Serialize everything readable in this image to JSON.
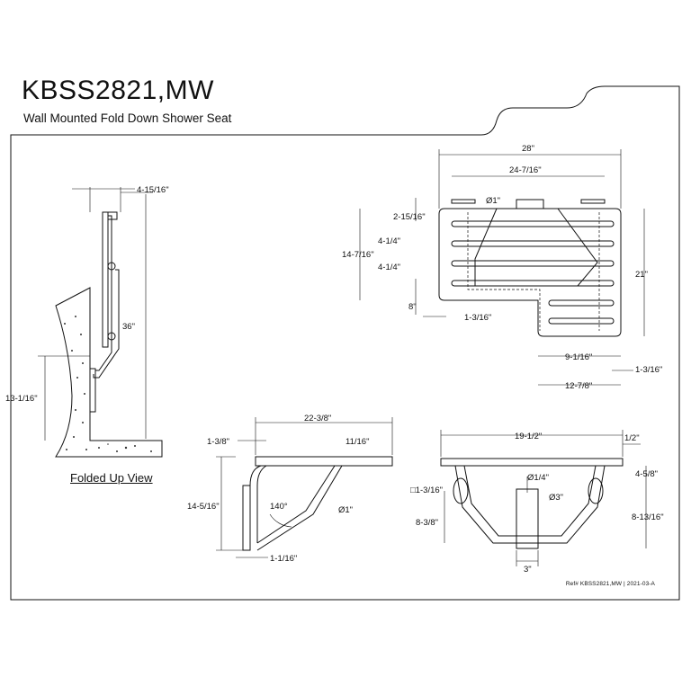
{
  "title": "KBSS2821,MW",
  "subtitle": "Wall Mounted Fold Down Shower Seat",
  "folded_label": "Folded Up View",
  "ref": "Ref# KBSS2821,MW | 2021-03-A",
  "dims": {
    "folded_top": "4-15/16\"",
    "folded_height": "36\"",
    "folded_wall": "13-1/16\"",
    "top_width": "28\"",
    "top_inner": "24-7/16\"",
    "top_tube": "Ø1\"",
    "top_edge": "2-15/16\"",
    "top_depth": "14-7/16\"",
    "slat1": "4-1/4\"",
    "slat2": "4-1/4\"",
    "top_8": "8\"",
    "top_1316": "1-3/16\"",
    "top_right_h": "21\"",
    "bot_9116": "9-1/16\"",
    "bot_r1316": "1-3/16\"",
    "bot_1278": "12-7/8\"",
    "side_width": "22-3/8\"",
    "side_138": "1-3/8\"",
    "side_1116": "11/16\"",
    "side_height": "14-5/16\"",
    "side_angle": "140°",
    "side_tube": "Ø1\"",
    "side_base": "1-1/16\"",
    "front_width": "19-1/2\"",
    "front_half": "1/2\"",
    "front_bolt": "Ø1/4\"",
    "front_sq": "□1-3/16\"",
    "front_flange": "Ø3\"",
    "front_458": "4-5/8\"",
    "front_838": "8-3/8\"",
    "front_81316": "8-13/16\"",
    "front_3": "3\""
  }
}
